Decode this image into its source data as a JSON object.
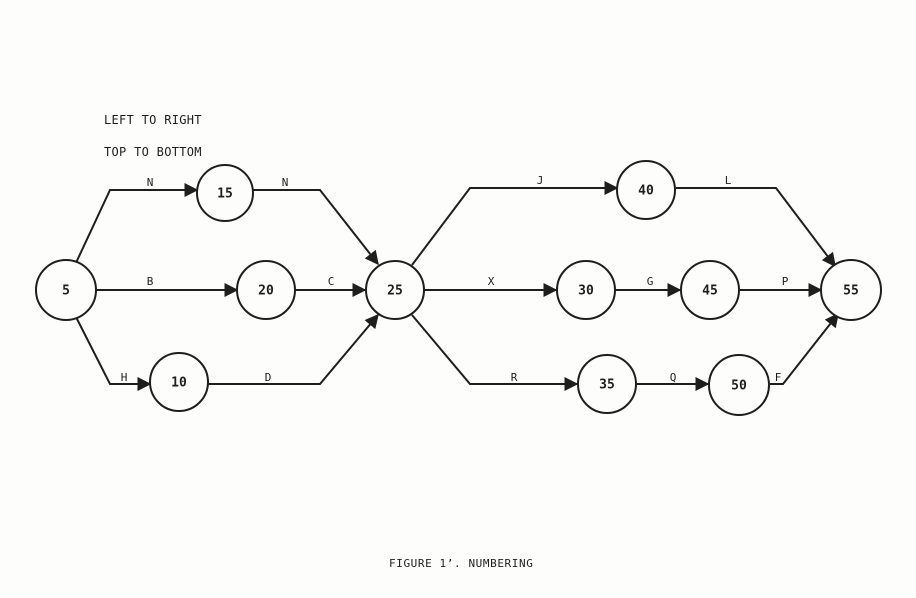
{
  "notes": {
    "line1": "LEFT TO RIGHT",
    "line2": "TOP TO BOTTOM"
  },
  "caption": "FIGURE 1’. NUMBERING",
  "nodes": [
    {
      "id": "n5",
      "label": "5"
    },
    {
      "id": "n15",
      "label": "15"
    },
    {
      "id": "n20",
      "label": "20"
    },
    {
      "id": "n10",
      "label": "10"
    },
    {
      "id": "n25",
      "label": "25"
    },
    {
      "id": "n40",
      "label": "40"
    },
    {
      "id": "n30",
      "label": "30"
    },
    {
      "id": "n45",
      "label": "45"
    },
    {
      "id": "n35",
      "label": "35"
    },
    {
      "id": "n50",
      "label": "50"
    },
    {
      "id": "n55",
      "label": "55"
    }
  ],
  "edges": [
    {
      "from": "5",
      "to": "15",
      "label": "N"
    },
    {
      "from": "5",
      "to": "20",
      "label": "B"
    },
    {
      "from": "5",
      "to": "10",
      "label": "H"
    },
    {
      "from": "15",
      "to": "25",
      "label": "N"
    },
    {
      "from": "20",
      "to": "25",
      "label": "C"
    },
    {
      "from": "10",
      "to": "25",
      "label": "D"
    },
    {
      "from": "25",
      "to": "40",
      "label": "J"
    },
    {
      "from": "25",
      "to": "30",
      "label": "X"
    },
    {
      "from": "25",
      "to": "35",
      "label": "R"
    },
    {
      "from": "40",
      "to": "55",
      "label": "L"
    },
    {
      "from": "30",
      "to": "45",
      "label": "G"
    },
    {
      "from": "45",
      "to": "55",
      "label": "P"
    },
    {
      "from": "35",
      "to": "50",
      "label": "Q"
    },
    {
      "from": "50",
      "to": "55",
      "label": "F"
    }
  ]
}
